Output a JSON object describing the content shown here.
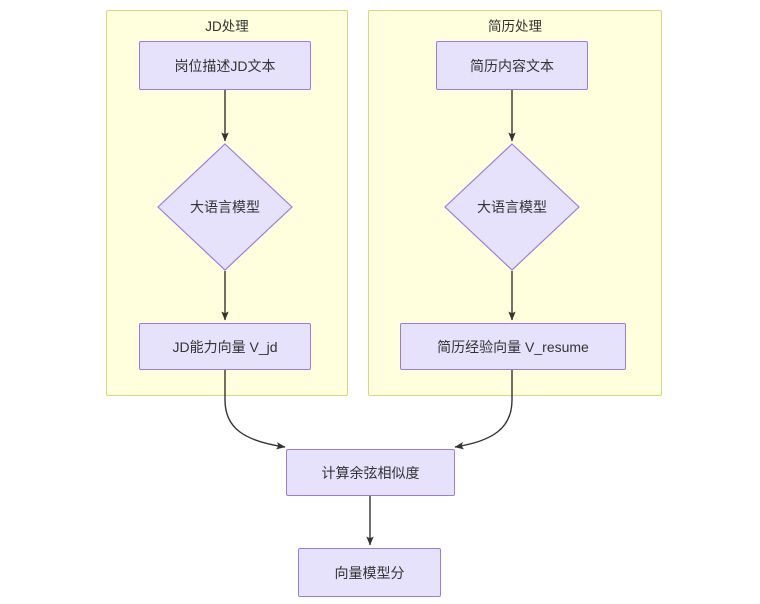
{
  "diagram": {
    "title_visible": false,
    "colors": {
      "subgraph_fill": "#ffffde",
      "subgraph_stroke": "#d6d67e",
      "node_fill": "#e6e2fb",
      "node_stroke": "#9f7be1",
      "edge_stroke": "#333333",
      "text": "#333333",
      "background": "#ffffff"
    },
    "subgraphs": [
      {
        "id": "jd",
        "label": "JD处理"
      },
      {
        "id": "resume",
        "label": "简历处理"
      }
    ],
    "nodes": [
      {
        "id": "jd_text",
        "label": "岗位描述JD文本",
        "shape": "rect"
      },
      {
        "id": "jd_llm",
        "label": "大语言模型",
        "shape": "diamond"
      },
      {
        "id": "jd_vector",
        "label": "JD能力向量 V_jd",
        "shape": "rect"
      },
      {
        "id": "resume_text",
        "label": "简历内容文本",
        "shape": "rect"
      },
      {
        "id": "resume_llm",
        "label": "大语言模型",
        "shape": "diamond"
      },
      {
        "id": "resume_vector",
        "label": "简历经验向量 V_resume",
        "shape": "rect"
      },
      {
        "id": "cosine",
        "label": "计算余弦相似度",
        "shape": "rect"
      },
      {
        "id": "score",
        "label": "向量模型分",
        "shape": "rect"
      }
    ],
    "edges": [
      {
        "from": "jd_text",
        "to": "jd_llm",
        "label": ""
      },
      {
        "from": "jd_llm",
        "to": "jd_vector",
        "label": ""
      },
      {
        "from": "resume_text",
        "to": "resume_llm",
        "label": ""
      },
      {
        "from": "resume_llm",
        "to": "resume_vector",
        "label": ""
      },
      {
        "from": "jd_vector",
        "to": "cosine",
        "label": ""
      },
      {
        "from": "resume_vector",
        "to": "cosine",
        "label": ""
      },
      {
        "from": "cosine",
        "to": "score",
        "label": ""
      }
    ]
  }
}
